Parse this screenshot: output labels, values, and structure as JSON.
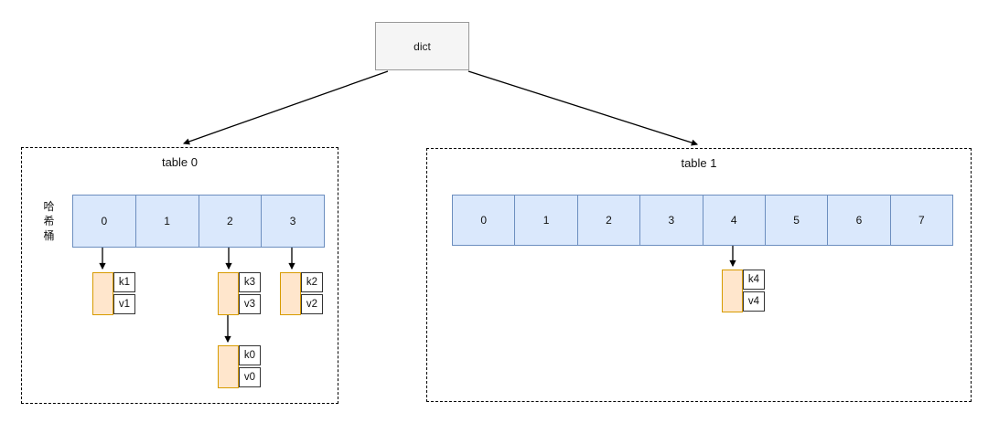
{
  "root_node": {
    "label": "dict"
  },
  "tables": [
    {
      "title": "table 0",
      "side_label": "哈希桶",
      "cells": [
        "0",
        "1",
        "2",
        "3"
      ]
    },
    {
      "title": "table 1",
      "cells": [
        "0",
        "1",
        "2",
        "3",
        "4",
        "5",
        "6",
        "7"
      ]
    }
  ],
  "entries": [
    {
      "key": "k1",
      "value": "v1",
      "attached_to": "table 0 bucket 0"
    },
    {
      "key": "k3",
      "value": "v3",
      "attached_to": "table 0 bucket 2"
    },
    {
      "key": "k2",
      "value": "v2",
      "attached_to": "table 0 bucket 3"
    },
    {
      "key": "k0",
      "value": "v0",
      "attached_to": "chained after k3/v3"
    },
    {
      "key": "k4",
      "value": "v4",
      "attached_to": "table 1 bucket 4"
    }
  ],
  "colors": {
    "bucket_fill": "#dae8fc",
    "bucket_border": "#6c8ebf",
    "entry_node_fill": "#ffe6cc",
    "entry_node_border": "#d79b00",
    "root_fill": "#f5f5f5",
    "root_border": "#999999",
    "kv_box_border": "#333333",
    "container_border": "#000000",
    "arrow": "#000000"
  }
}
